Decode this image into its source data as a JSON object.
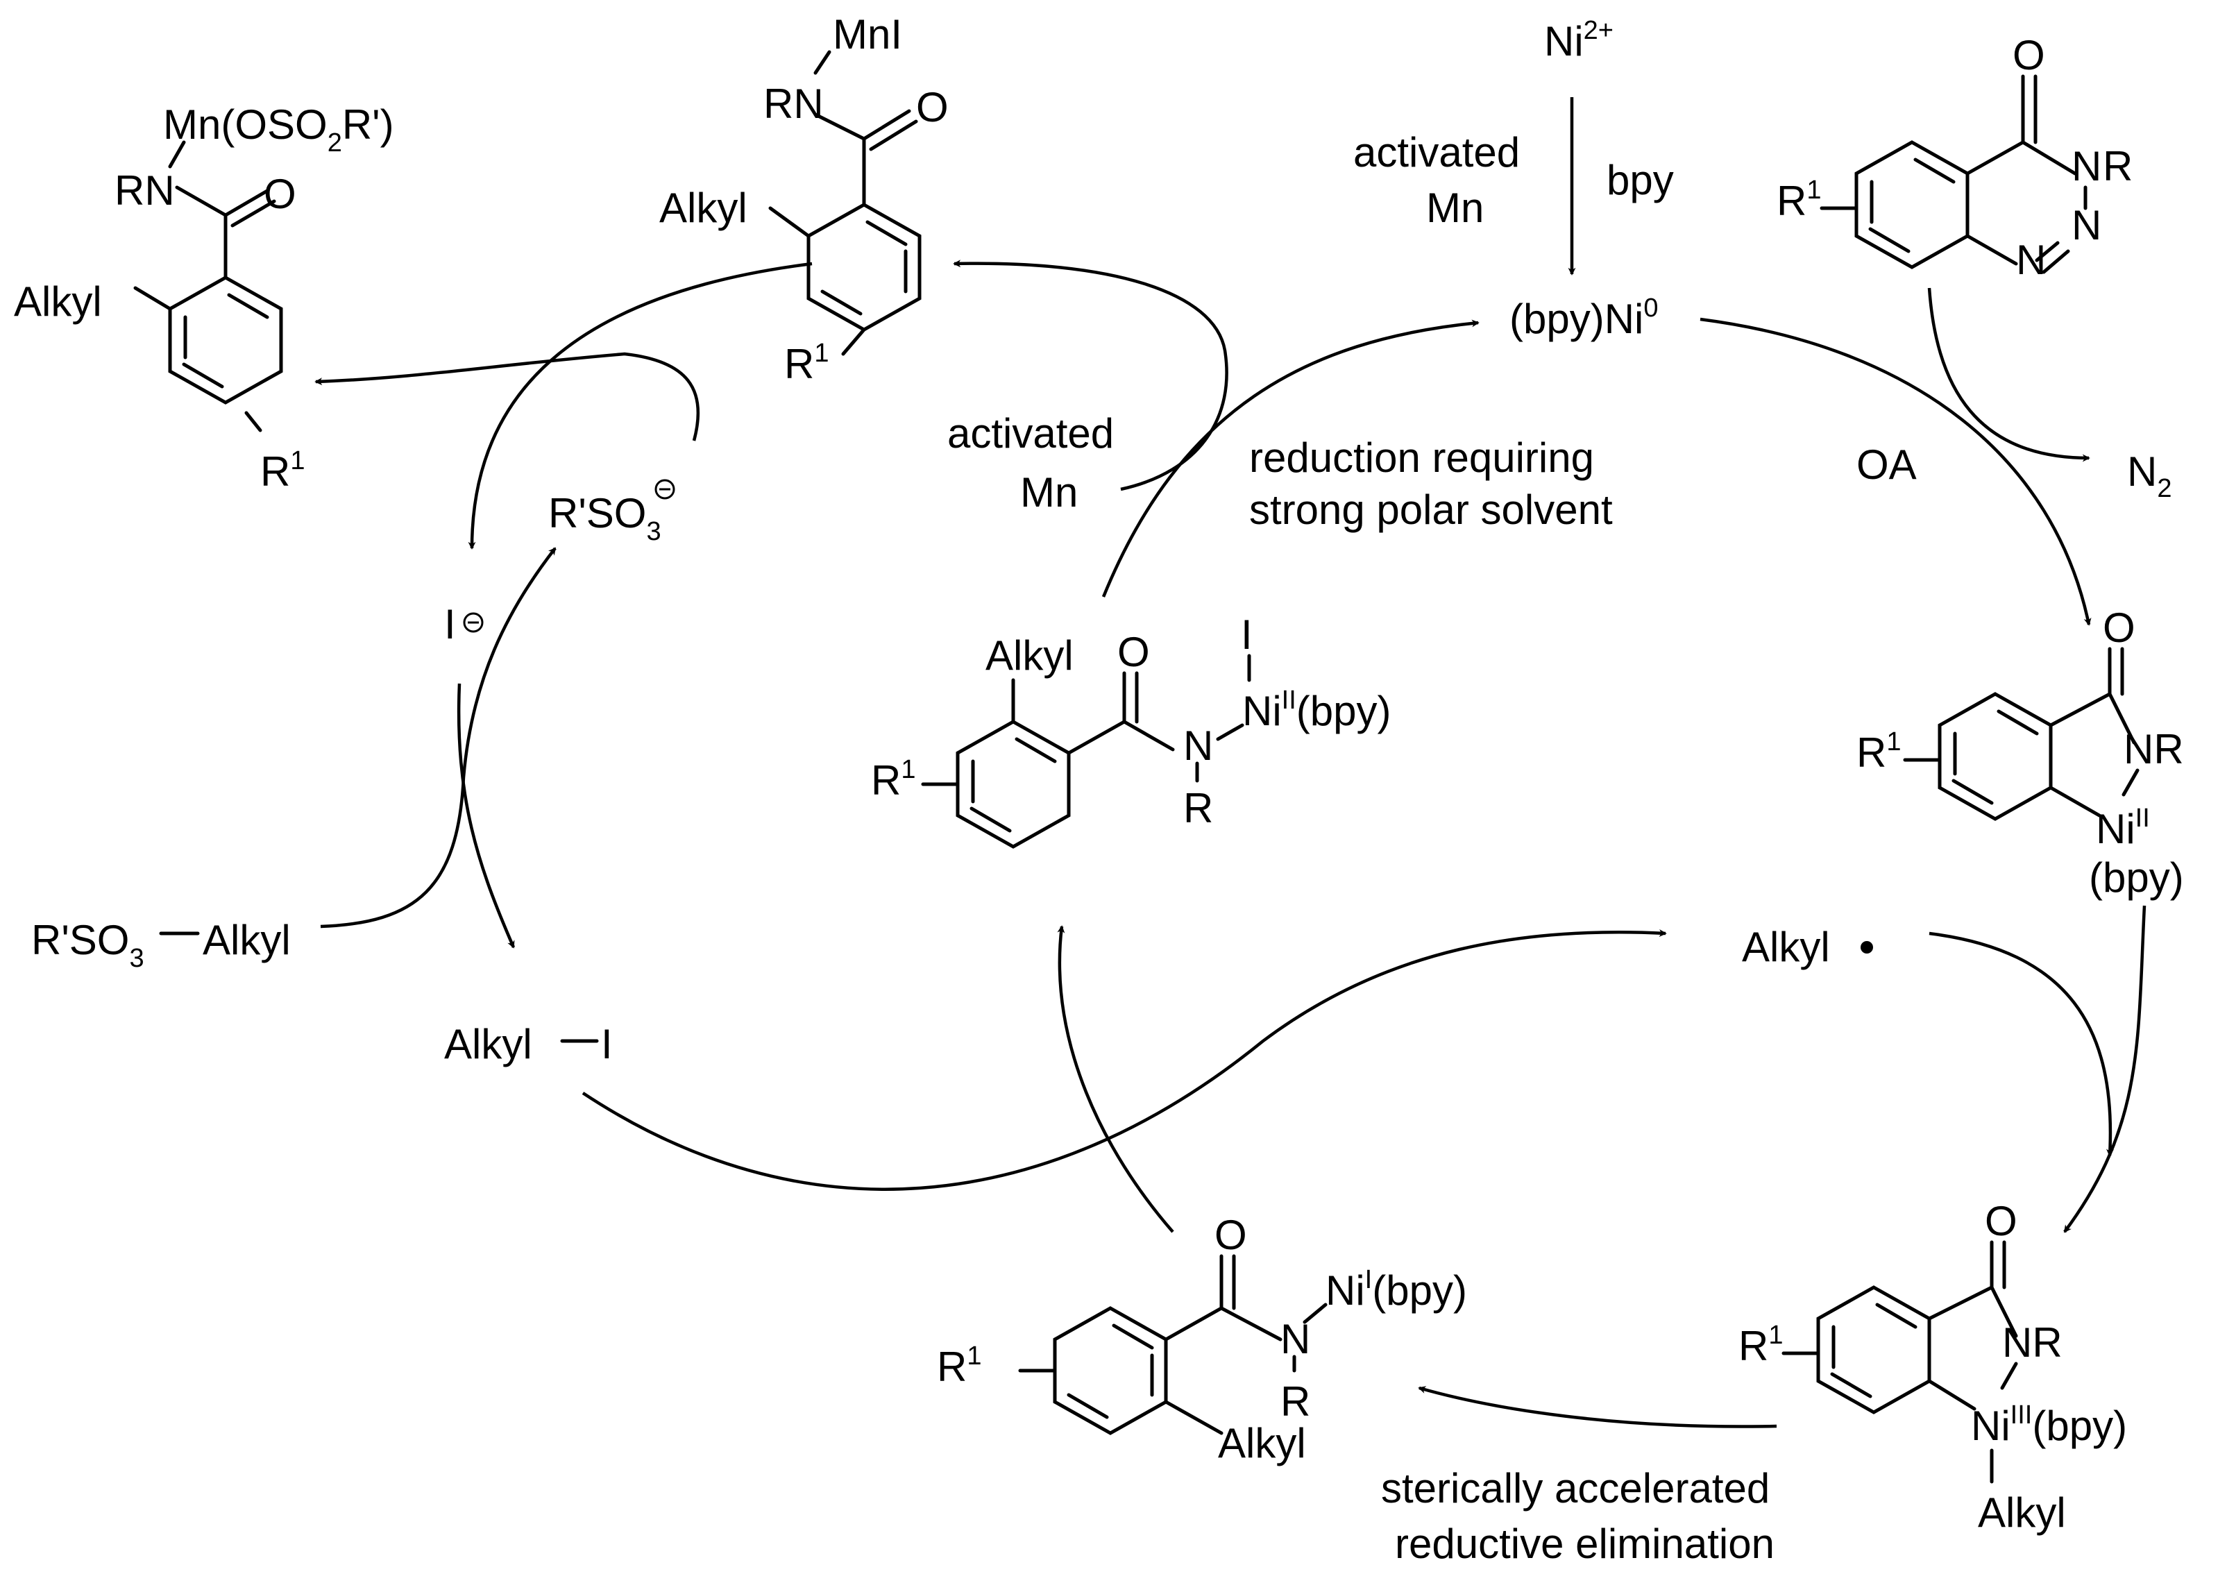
{
  "labels": {
    "ni2": "Ni",
    "ni2_sup": "2+",
    "activated_mn_top_1": "activated",
    "activated_mn_top_2": "Mn",
    "bpy": "bpy",
    "bpy_ni0": "(bpy)Ni",
    "bpy_ni0_sup": "0",
    "oa": "OA",
    "n2": "N",
    "n2_sub": "2",
    "red_step_1": "reduction requiring",
    "red_step_2": "strong polar solvent",
    "activated_mn_left_1": "activated",
    "activated_mn_left_2": "Mn",
    "alkyl_radical": "Alkyl",
    "alkyl_i_left": "Alkyl",
    "alkyl_i_right": "I",
    "iodide": "I",
    "sulfonate_top": "R'SO",
    "sulfonate_top_sub": "3",
    "sulfonate_alkyl_left": "R'SO",
    "sulfonate_alkyl_sub": "3",
    "sulfonate_alkyl_right": "Alkyl",
    "re_step_1": "sterically accelerated",
    "re_step_2": "reductive elimination"
  },
  "structures": {
    "triazinone": {
      "o": "O",
      "n_r": "N",
      "r_label": "R",
      "n2": "N",
      "n3": "N",
      "r1": "R",
      "r1_sup": "1"
    },
    "nickelacycle_ii": {
      "o": "O",
      "nr": "NR",
      "r1": "R",
      "r1_sup": "1",
      "ni": "Ni",
      "ni_sup": "II",
      "bpy": "(bpy)"
    },
    "nickelacycle_iii": {
      "o": "O",
      "nr": "NR",
      "r1": "R",
      "r1_sup": "1",
      "ni": "Ni",
      "ni_sup": "III",
      "bpy": "(bpy)",
      "alkyl": "Alkyl"
    },
    "ni_i_amide": {
      "o": "O",
      "n": "N",
      "r": "R",
      "ni": "Ni",
      "ni_sup": "I",
      "bpy": "(bpy)",
      "r1": "R",
      "r1_sup": "1",
      "alkyl": "Alkyl"
    },
    "ni_ii_iodide_amide": {
      "alkyl": "Alkyl",
      "o": "O",
      "n": "N",
      "r": "R",
      "i": "I",
      "ni": "Ni",
      "ni_sup": "II",
      "bpy": "(bpy)",
      "r1": "R",
      "r1_sup": "1"
    },
    "mn_iodide_amide": {
      "mni": "MnI",
      "rn": "RN",
      "o": "O",
      "alkyl": "Alkyl",
      "r1": "R",
      "r1_sup": "1"
    },
    "mn_sulfonate_amide": {
      "mn": "Mn(OSO",
      "mn_sub": "2",
      "mn_tail": "R')",
      "rn": "RN",
      "o": "O",
      "alkyl": "Alkyl",
      "r1": "R",
      "r1_sup": "1"
    }
  },
  "icons": {
    "radical_dot": "bullet",
    "anion_charge": "circled-minus"
  }
}
